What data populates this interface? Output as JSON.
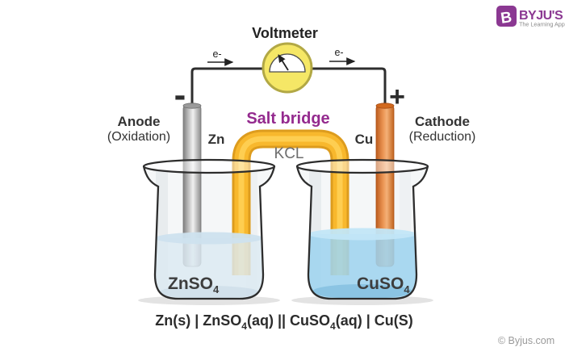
{
  "header": {
    "logo": {
      "mark": "B",
      "brand": "BYJU'S",
      "tagline": "The Learning App",
      "brand_color": "#8b3892"
    }
  },
  "voltmeter": {
    "label": "Voltmeter",
    "body_color": "#f5e766"
  },
  "circuit": {
    "electron_left": "e-",
    "electron_right": "e-",
    "anode_sign": "-",
    "cathode_sign": "+"
  },
  "anode": {
    "label": "Anode",
    "process": "(Oxidation)",
    "electrode": "Zn",
    "electrode_color": "#a9a9a9",
    "solution_base": "ZnSO",
    "solution_sub": "4",
    "solution_color": "#dce9f2"
  },
  "cathode": {
    "label": "Cathode",
    "process": "(Reduction)",
    "electrode": "Cu",
    "electrode_color": "#d97b36",
    "solution_base": "CuSO",
    "solution_sub": "4",
    "solution_color": "#9ed3ef"
  },
  "salt_bridge": {
    "label": "Salt bridge",
    "label_color": "#942a8e",
    "electrolyte": "KCL",
    "tube_color": "#f7b42c"
  },
  "cell_notation": {
    "part1": "Zn(s) |  ZnSO",
    "sub1": "4",
    "part2": "(aq) || CuSO",
    "sub2": "4",
    "part3": "(aq) | Cu(S)"
  },
  "footer": {
    "copyright": "© Byjus.com"
  }
}
